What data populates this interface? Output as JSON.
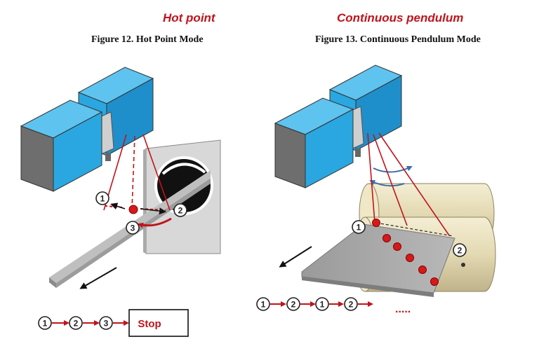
{
  "left_panel": {
    "mode_title": "Hot point",
    "figure_caption": "Figure 12. Hot Point Mode",
    "callouts": [
      "1",
      "2",
      "3"
    ],
    "sequence": [
      "1",
      "2",
      "3"
    ],
    "stop_label": "Stop"
  },
  "right_panel": {
    "mode_title": "Continuous pendulum",
    "figure_caption": "Figure 13. Continuous Pendulum Mode",
    "callouts": [
      "1",
      "2"
    ],
    "sequence": [
      "1",
      "2",
      "1",
      "2"
    ],
    "ellipsis": "....."
  },
  "colors": {
    "accent_red": "#c0141b",
    "motor_blue": "#2aa7e0",
    "housing_gray": "#707070",
    "roller_tan": "#e6ddb8"
  }
}
